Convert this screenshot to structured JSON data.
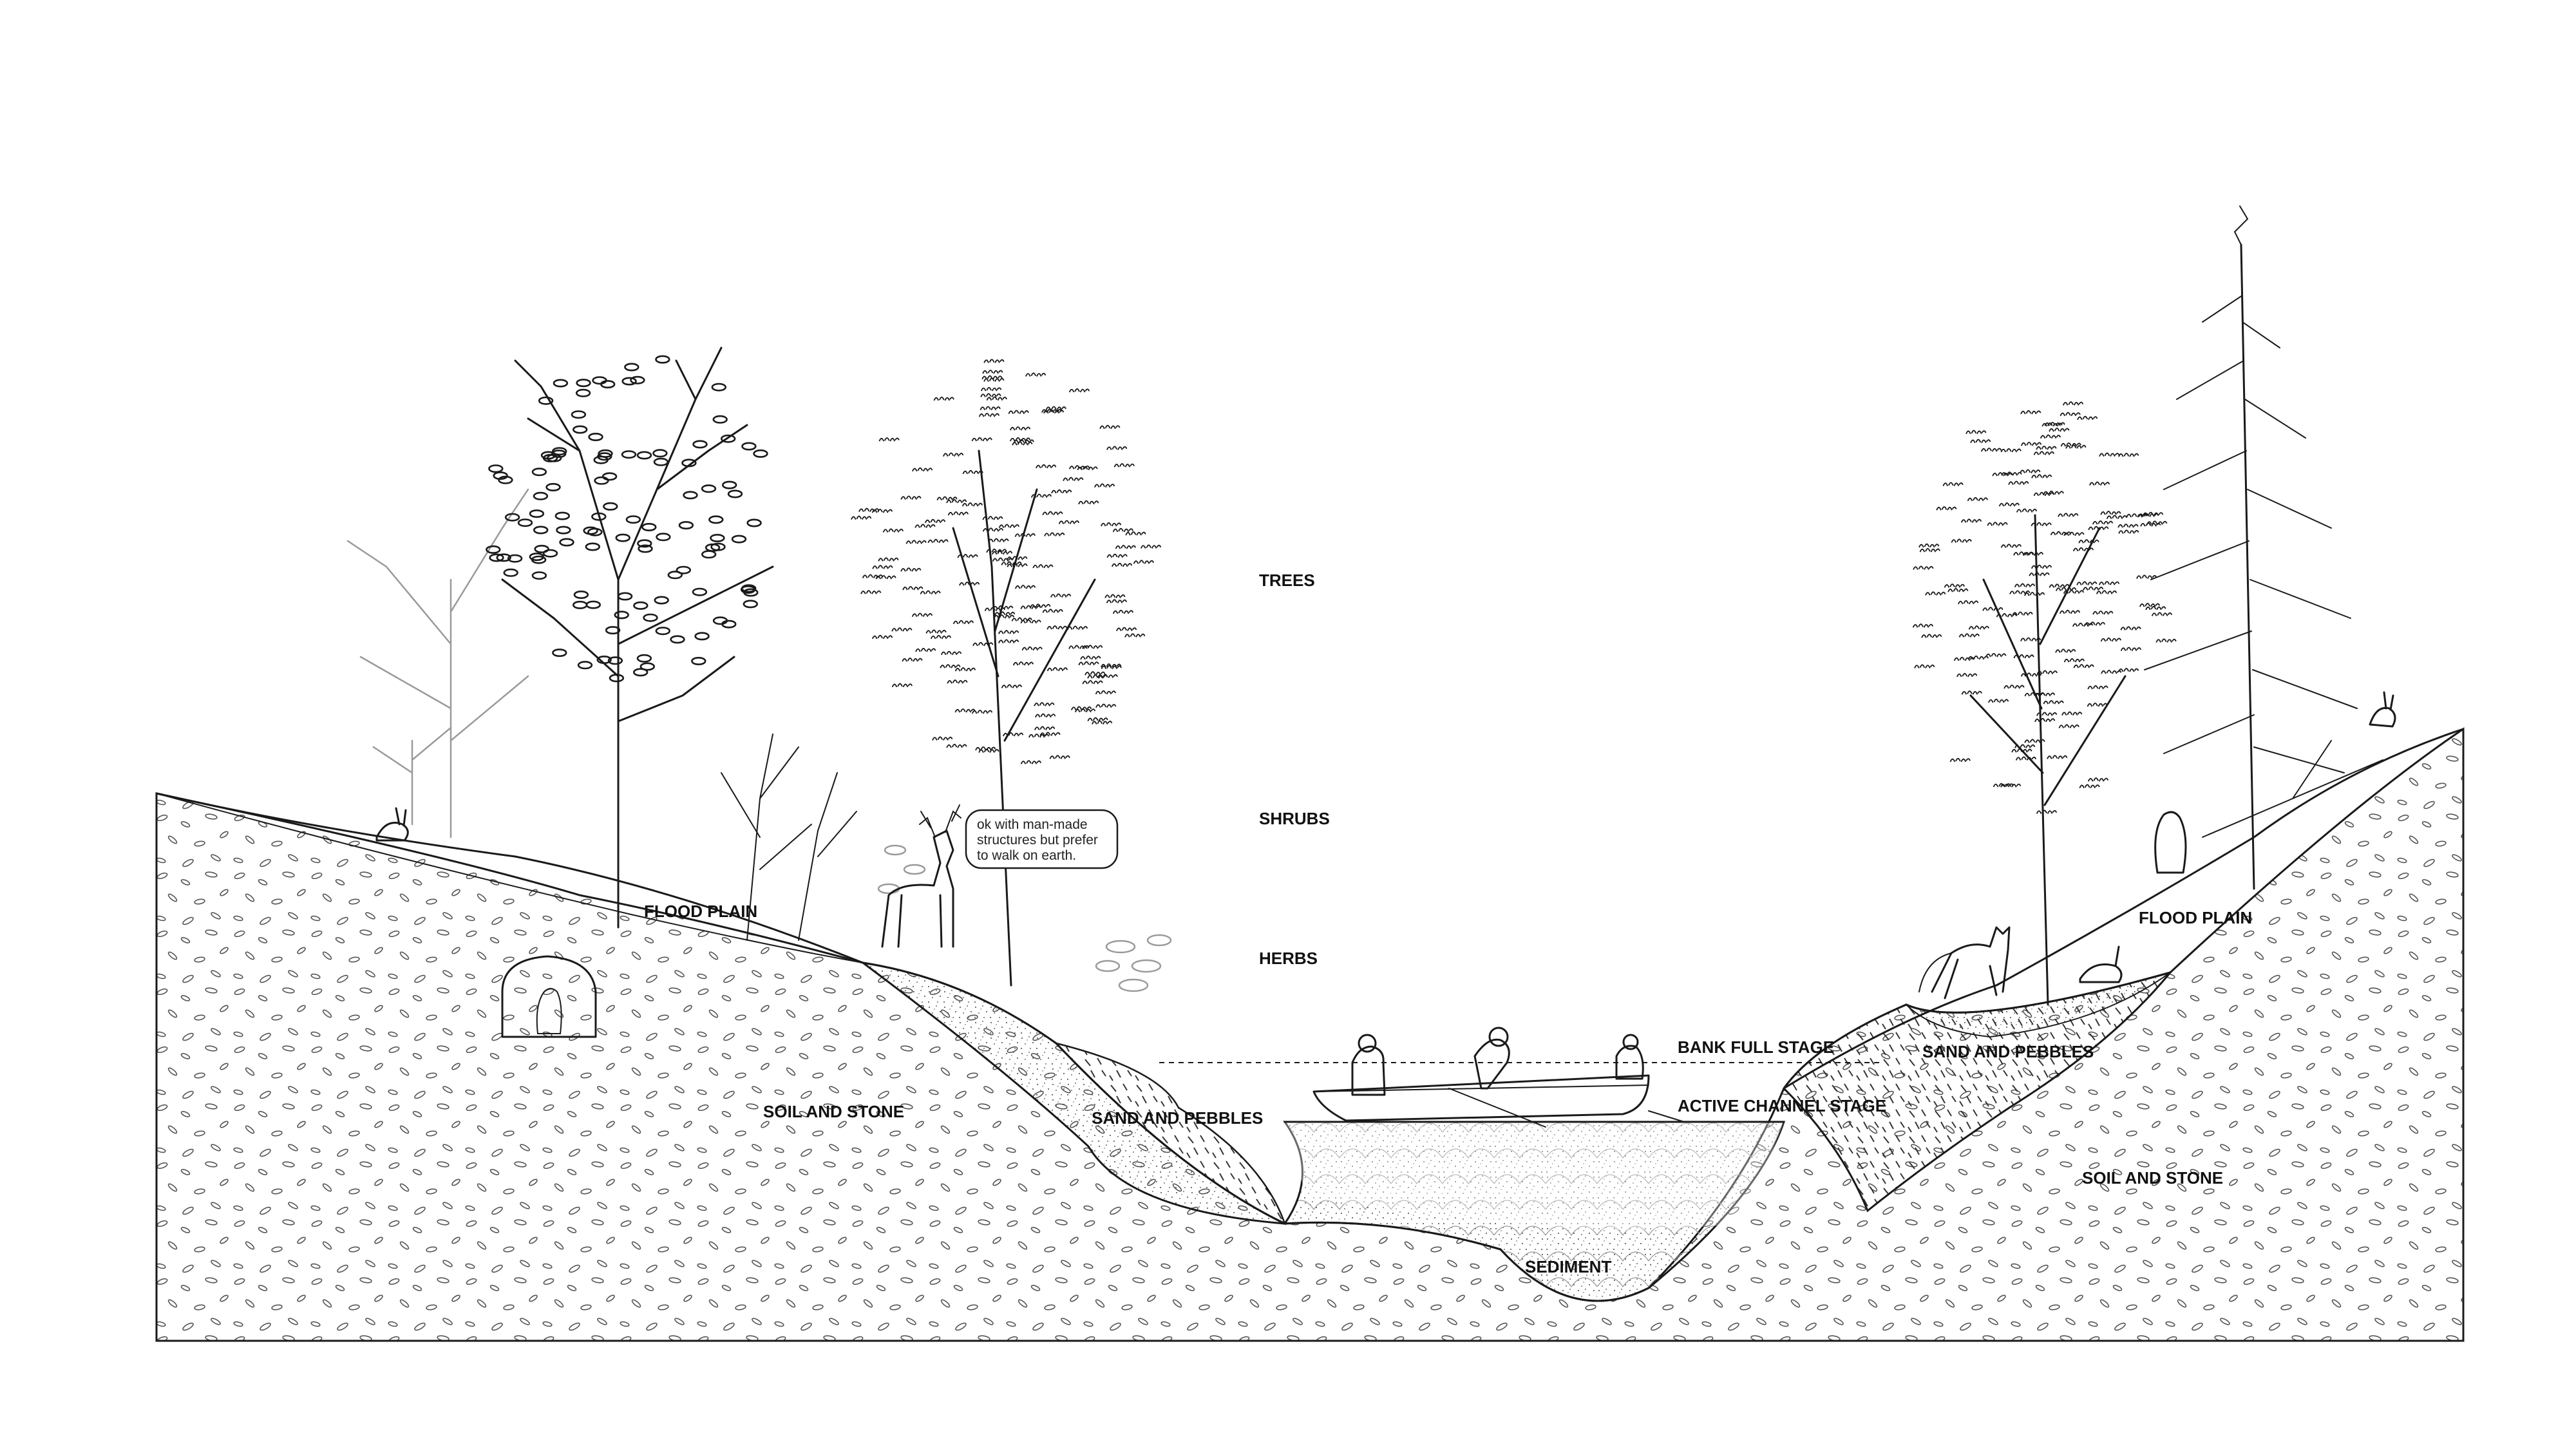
{
  "labels": {
    "trees": "TREES",
    "shrubs": "SHRUBS",
    "herbs": "HERBS",
    "flood_plain_left": "FLOOD PLAIN",
    "flood_plain_right": "FLOOD PLAIN",
    "soil_and_stone_left": "SOIL AND STONE",
    "soil_and_stone_right": "SOIL AND STONE",
    "sand_and_pebbles_left": "SAND AND PEBBLES",
    "sand_and_pebbles_right": "SAND AND PEBBLES",
    "sediment": "SEDIMENT",
    "bank_full_stage": "BANK FULL STAGE",
    "active_channel_stage": "ACTIVE CHANNEL STAGE"
  },
  "speech_bubble": {
    "line1": "ok with man-made",
    "line2": "structures but prefer",
    "line3": "to walk on earth."
  },
  "colors": {
    "line": "#1a1a1a",
    "background": "#ffffff",
    "faded_line": "#9a9a9a"
  },
  "icons": [
    "deer-icon",
    "fox-icon",
    "rabbit-icon",
    "groundhog-icon",
    "rowboat-icon",
    "rower-icon"
  ]
}
